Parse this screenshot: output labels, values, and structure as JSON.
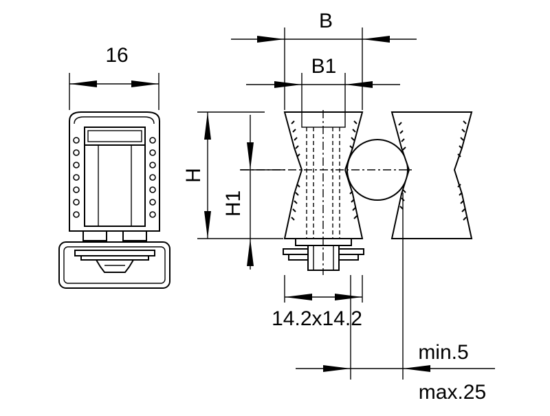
{
  "dimensions": {
    "width_16": "16",
    "b": "B",
    "b1": "B1",
    "h": "H",
    "h1": "H1",
    "wire": "14.2x14.2",
    "min": "min.5",
    "max": "max.25"
  }
}
